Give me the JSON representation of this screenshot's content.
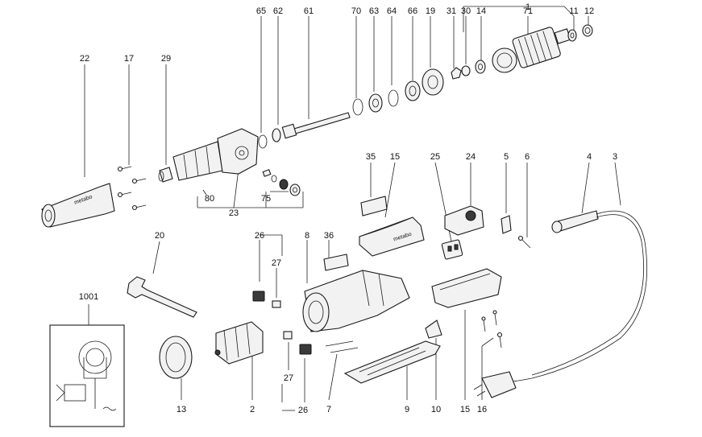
{
  "parts": [
    {
      "id": "p1",
      "label": "1"
    },
    {
      "id": "p11",
      "label": "11"
    },
    {
      "id": "p12",
      "label": "12"
    },
    {
      "id": "p71",
      "label": "71"
    },
    {
      "id": "p14",
      "label": "14"
    },
    {
      "id": "p30",
      "label": "30"
    },
    {
      "id": "p31",
      "label": "31"
    },
    {
      "id": "p19",
      "label": "19"
    },
    {
      "id": "p66",
      "label": "66"
    },
    {
      "id": "p64",
      "label": "64"
    },
    {
      "id": "p63",
      "label": "63"
    },
    {
      "id": "p70",
      "label": "70"
    },
    {
      "id": "p61",
      "label": "61"
    },
    {
      "id": "p62",
      "label": "62"
    },
    {
      "id": "p65",
      "label": "65"
    },
    {
      "id": "p22",
      "label": "22"
    },
    {
      "id": "p17",
      "label": "17"
    },
    {
      "id": "p29",
      "label": "29"
    },
    {
      "id": "p80",
      "label": "80"
    },
    {
      "id": "p23",
      "label": "23"
    },
    {
      "id": "p75",
      "label": "75"
    },
    {
      "id": "p35",
      "label": "35"
    },
    {
      "id": "p15a",
      "label": "15"
    },
    {
      "id": "p25",
      "label": "25"
    },
    {
      "id": "p24",
      "label": "24"
    },
    {
      "id": "p5",
      "label": "5"
    },
    {
      "id": "p6",
      "label": "6"
    },
    {
      "id": "p4",
      "label": "4"
    },
    {
      "id": "p3",
      "label": "3"
    },
    {
      "id": "p20",
      "label": "20"
    },
    {
      "id": "p26a",
      "label": "26"
    },
    {
      "id": "p27a",
      "label": "27"
    },
    {
      "id": "p8",
      "label": "8"
    },
    {
      "id": "p36",
      "label": "36"
    },
    {
      "id": "p1001",
      "label": "1001"
    },
    {
      "id": "p13",
      "label": "13"
    },
    {
      "id": "p2",
      "label": "2"
    },
    {
      "id": "p27b",
      "label": "27"
    },
    {
      "id": "p26b",
      "label": "26"
    },
    {
      "id": "p26c",
      "label": "26"
    },
    {
      "id": "p7",
      "label": "7"
    },
    {
      "id": "p9",
      "label": "9"
    },
    {
      "id": "p10",
      "label": "10"
    },
    {
      "id": "p15b",
      "label": "15"
    },
    {
      "id": "p16",
      "label": "16"
    }
  ],
  "brand_marks": [
    "metabo",
    "metabo"
  ]
}
